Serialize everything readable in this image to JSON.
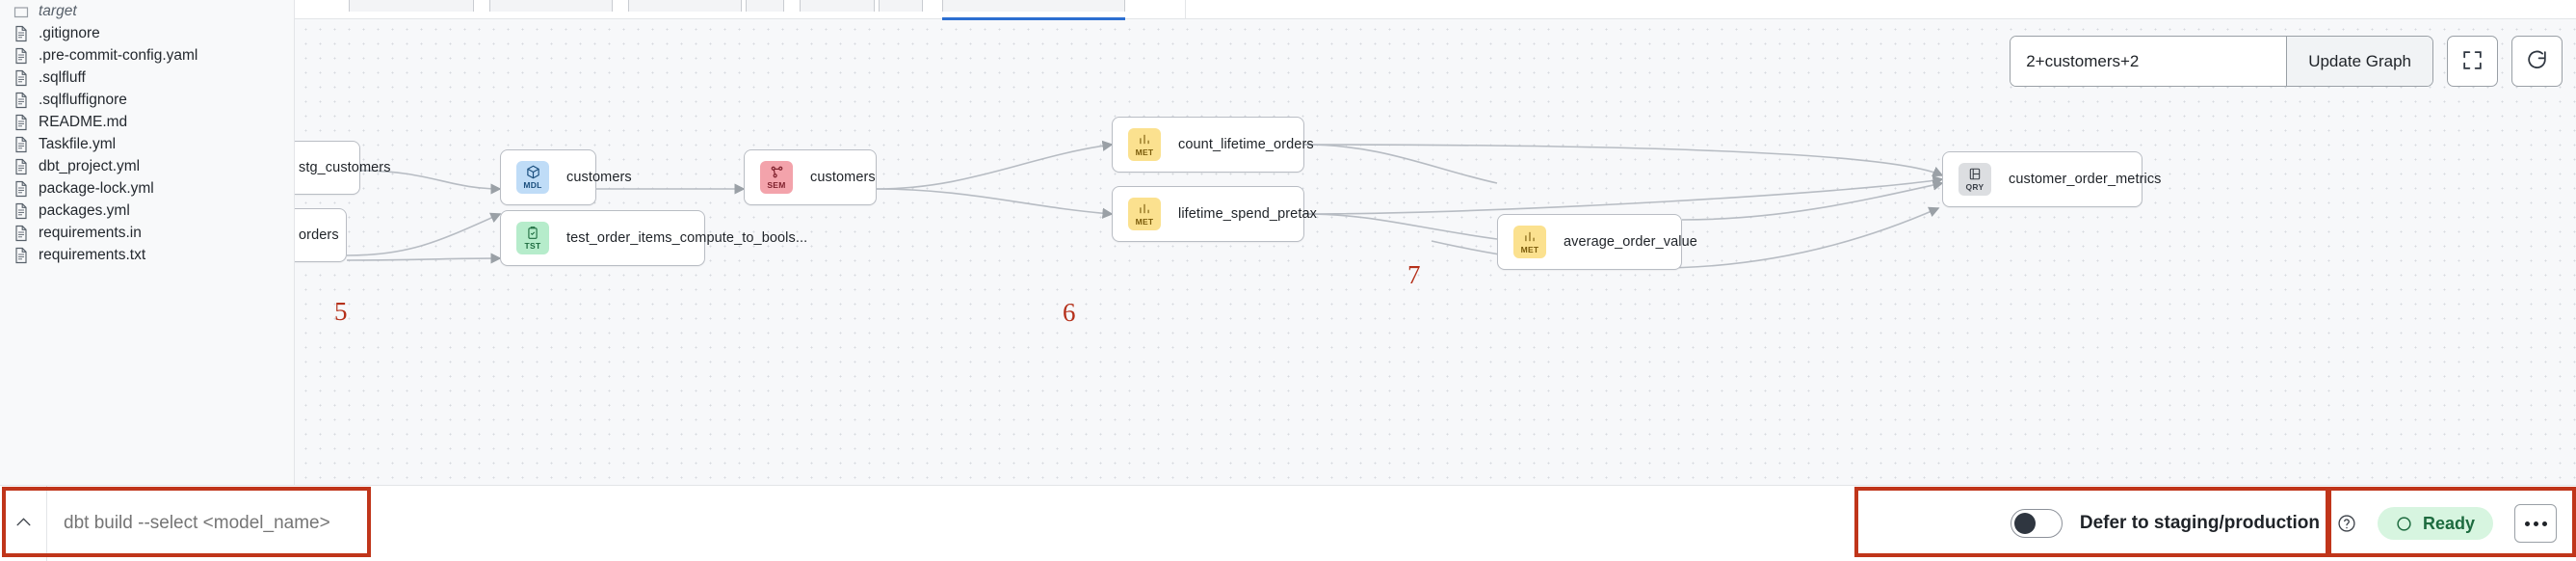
{
  "explorer": {
    "files": [
      {
        "name": "target",
        "icon": "folder-icon",
        "type": "folder"
      },
      {
        "name": ".gitignore",
        "icon": "file-icon",
        "type": "file"
      },
      {
        "name": ".pre-commit-config.yaml",
        "icon": "file-icon",
        "type": "file"
      },
      {
        "name": ".sqlfluff",
        "icon": "file-icon",
        "type": "file"
      },
      {
        "name": ".sqlfluffignore",
        "icon": "file-icon",
        "type": "file"
      },
      {
        "name": "README.md",
        "icon": "file-icon",
        "type": "file"
      },
      {
        "name": "Taskfile.yml",
        "icon": "file-icon",
        "type": "file"
      },
      {
        "name": "dbt_project.yml",
        "icon": "file-icon",
        "type": "file"
      },
      {
        "name": "package-lock.yml",
        "icon": "file-icon",
        "type": "file"
      },
      {
        "name": "packages.yml",
        "icon": "file-icon",
        "type": "file"
      },
      {
        "name": "requirements.in",
        "icon": "file-icon",
        "type": "file"
      },
      {
        "name": "requirements.txt",
        "icon": "file-icon",
        "type": "file"
      }
    ]
  },
  "graph_toolbar": {
    "selector_value": "2+customers+2",
    "selector_placeholder": "2+customers+2",
    "update_label": "Update Graph",
    "fullscreen_icon": "fullscreen-icon",
    "refresh_icon": "refresh-icon"
  },
  "graph": {
    "nodes": [
      {
        "id": "stg_customers",
        "label": "stg_customers",
        "badge": "",
        "kind": "clipped"
      },
      {
        "id": "orders_src",
        "label": "orders",
        "badge": "",
        "kind": "clipped"
      },
      {
        "id": "mdl_customers",
        "label": "customers",
        "badge": "MDL",
        "kind": "model",
        "color": "#bfdcf7"
      },
      {
        "id": "tst_order_items",
        "label": "test_order_items_compute_to_bools...",
        "badge": "TST",
        "kind": "test",
        "color": "#b6eccb"
      },
      {
        "id": "sem_customers",
        "label": "customers",
        "badge": "SEM",
        "kind": "semantic",
        "color": "#f3a3ab"
      },
      {
        "id": "met_count_lifetime_orders",
        "label": "count_lifetime_orders",
        "badge": "MET",
        "kind": "metric",
        "color": "#fbe18f"
      },
      {
        "id": "met_lifetime_spend_pretax",
        "label": "lifetime_spend_pretax",
        "badge": "MET",
        "kind": "metric",
        "color": "#fbe18f"
      },
      {
        "id": "met_average_order_value",
        "label": "average_order_value",
        "badge": "MET",
        "kind": "metric",
        "color": "#fbe18f"
      },
      {
        "id": "qry_customer_order_metrics",
        "label": "customer_order_metrics",
        "badge": "QRY",
        "kind": "query",
        "color": "#dcdee1"
      }
    ]
  },
  "bottom_bar": {
    "chevron_icon": "chevron-up-icon",
    "command_placeholder": "dbt build --select <model_name>",
    "command_value": "",
    "defer_label": "Defer to staging/production",
    "defer_help_icon": "help-circle-icon",
    "defer_enabled": false,
    "status_label": "Ready",
    "status_icon": "circle-icon",
    "status_color": "#1d6b3f",
    "status_bg": "#d7f5e0",
    "overflow_icon": "ellipsis-icon"
  },
  "annotations": [
    {
      "number": "5",
      "target": "command-bar"
    },
    {
      "number": "6",
      "target": "defer-toggle"
    },
    {
      "number": "7",
      "target": "status-area"
    }
  ],
  "colors": {
    "annotation": "#c0351a",
    "canvas_bg": "#f7f8fa",
    "explorer_bg": "#f8f9fa"
  }
}
